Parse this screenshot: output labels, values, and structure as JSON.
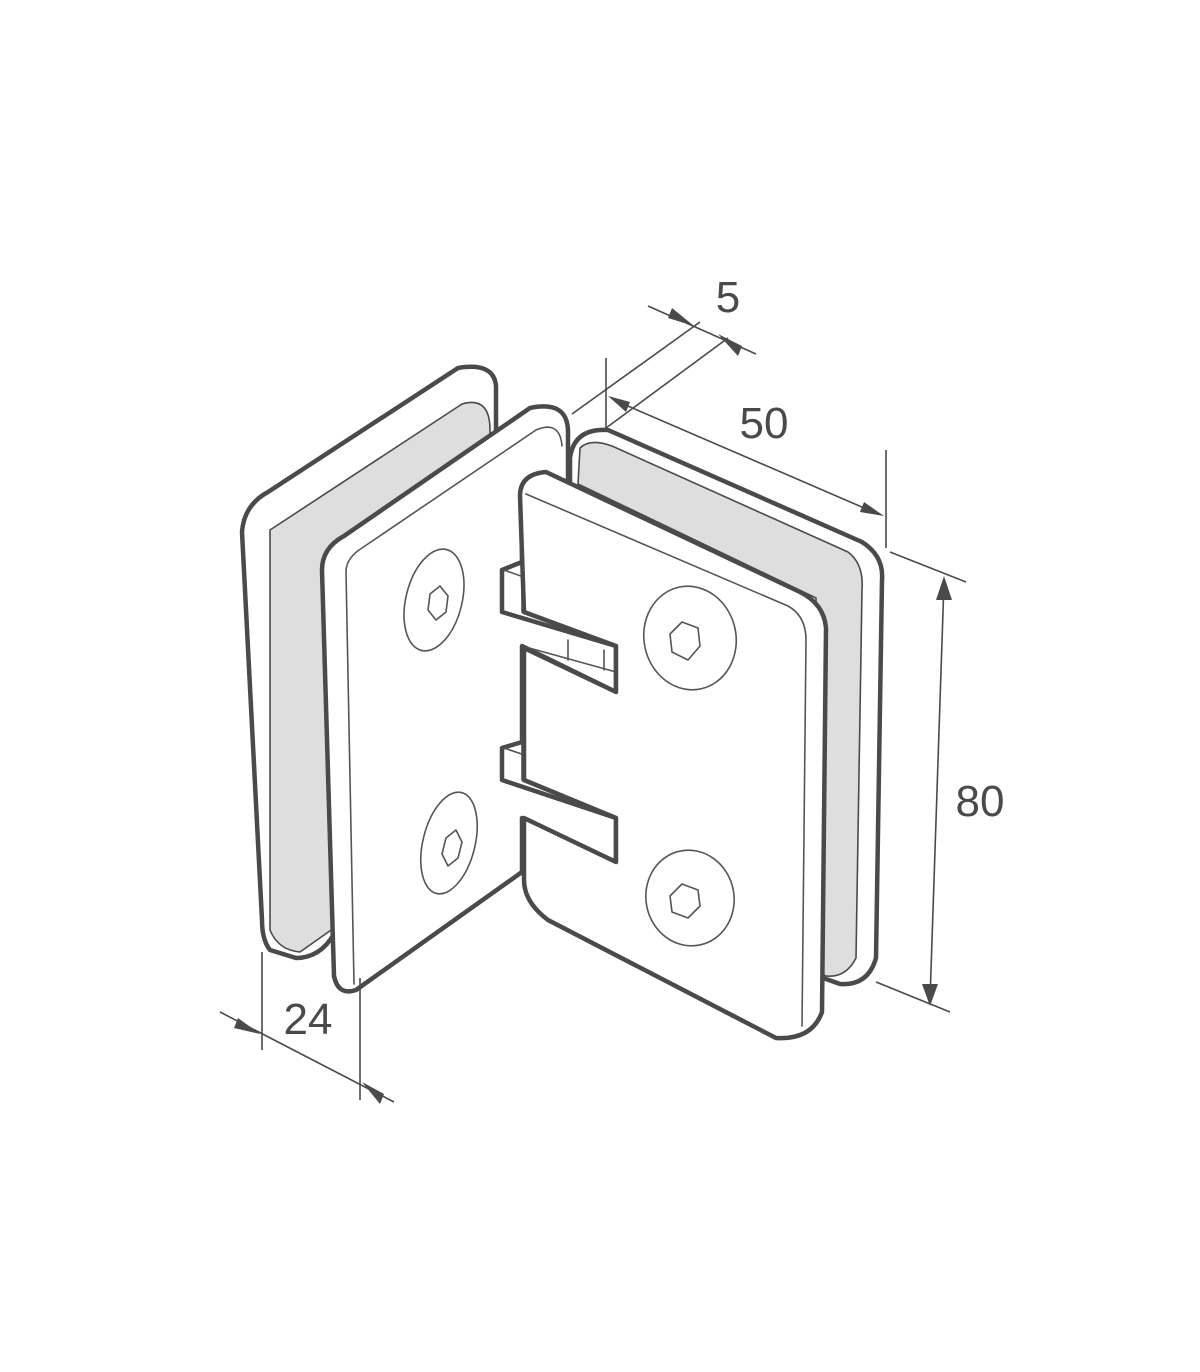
{
  "colors": {
    "line": "#4a4a4a",
    "gasket": "#dedede",
    "text": "#4a4a4a",
    "background": "#ffffff"
  },
  "dimensions": {
    "thickness": "5",
    "width": "50",
    "height": "80",
    "depth": "24"
  }
}
